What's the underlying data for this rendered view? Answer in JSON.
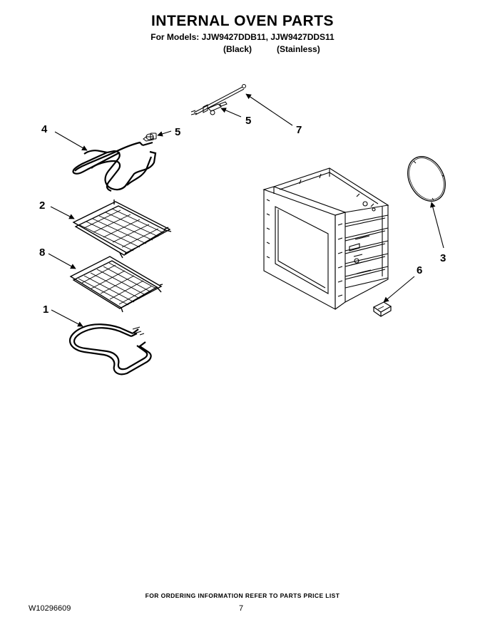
{
  "header": {
    "title": "INTERNAL OVEN PARTS",
    "models_line": "For Models: JJW9427DDB11, JJW9427DDS11",
    "finish_black": "(Black)",
    "finish_stainless": "(Stainless)"
  },
  "callouts": {
    "c1": "1",
    "c2": "2",
    "c3": "3",
    "c4": "4",
    "c5a": "5",
    "c5b": "5",
    "c6": "6",
    "c7": "7",
    "c8": "8"
  },
  "footer": {
    "ordering_info": "FOR ORDERING INFORMATION REFER TO PARTS PRICE LIST",
    "doc_number": "W10296609",
    "page_number": "7"
  }
}
